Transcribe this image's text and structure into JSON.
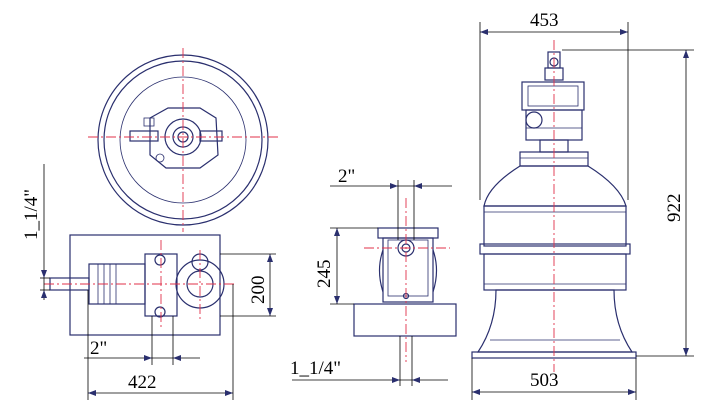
{
  "dimensions": {
    "top_width": "453",
    "height": "922",
    "base_width": "503",
    "inlet_left": "1_1/4\"",
    "side_pipe": "2\"",
    "side_height": "245",
    "side_bottom_pipe": "1_1/4\"",
    "plan_pipe": "2\"",
    "plan_depth": "200",
    "plan_width": "422"
  }
}
